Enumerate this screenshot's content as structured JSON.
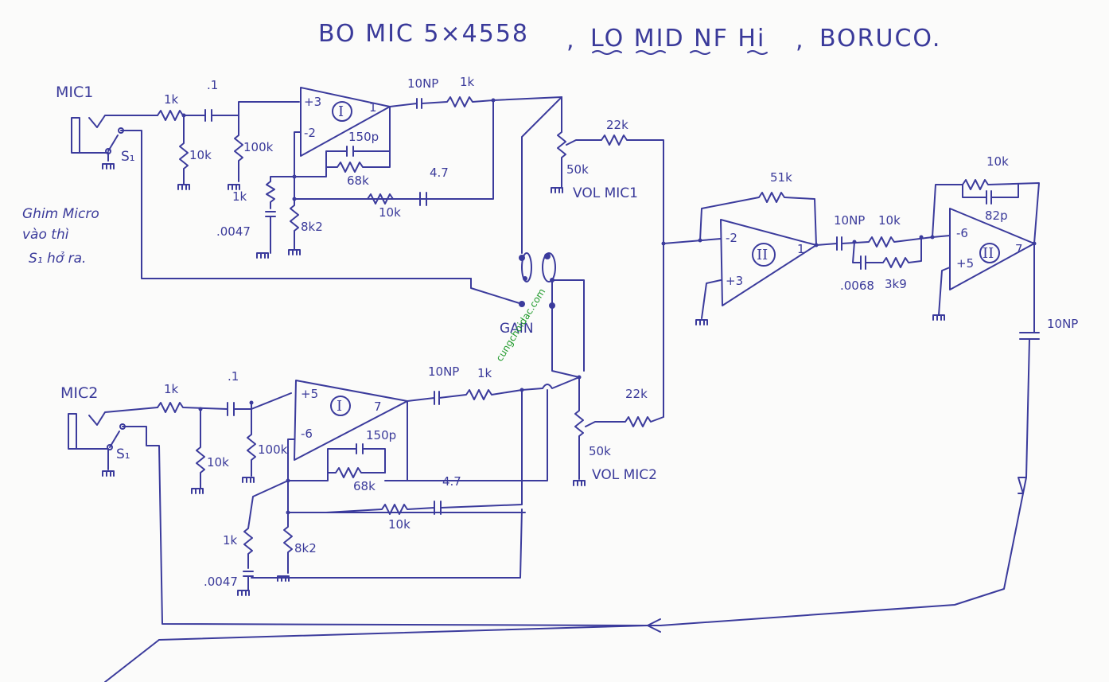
{
  "title": {
    "main": "BO MIC 5×4558",
    "part2": "LO MID NF Hi",
    "part3": "BORUCO."
  },
  "note": [
    "Ghim Micro",
    "vào thì",
    "S₁ hở ra."
  ],
  "watermark": "cungchoidac.com",
  "labels": {
    "mic1": "MIC1",
    "mic2": "MIC2",
    "s1": "S₁",
    "r_1k": "1k",
    "c_01": ".1",
    "r_10k": "10k",
    "r_100k": "100k",
    "r_1k_v": "1k",
    "c_0047": ".0047",
    "r_8k2": "8k2",
    "c_150p": "150p",
    "r_68k": "68k",
    "c_47": "4.7",
    "r_10k_fb": "10k",
    "c_10np": "10NP",
    "r_1k_out": "1k",
    "pot_50k": "50k",
    "vol_mic1": "VOL MIC1",
    "vol_mic2": "VOL MIC2",
    "r_22k": "22k",
    "gain": "GAIN",
    "r_51k": "51k",
    "r_10k_mix": "10k",
    "c_0068": ".0068",
    "r_3k9": "3k9",
    "r_10k_out": "10k",
    "c_82p": "82p",
    "c_10np_out": "10NP",
    "op1_pins": {
      "p_plus": "+3",
      "p_minus": "-2",
      "out": "1"
    },
    "op2_pins": {
      "p_plus": "+5",
      "p_minus": "-6",
      "out": "7"
    },
    "op3_pins": {
      "p_plus": "+3",
      "p_minus": "-2",
      "out": "1"
    },
    "op4_pins": {
      "p_plus": "+5",
      "p_minus": "-6",
      "out": "7"
    },
    "op1_name": "I",
    "op2_name": "I",
    "op3_name": "II",
    "op4_name": "II"
  },
  "colors": {
    "ink": "#3b3b9c",
    "paper": "#fbfbfa",
    "watermark": "#1f9a2a"
  }
}
